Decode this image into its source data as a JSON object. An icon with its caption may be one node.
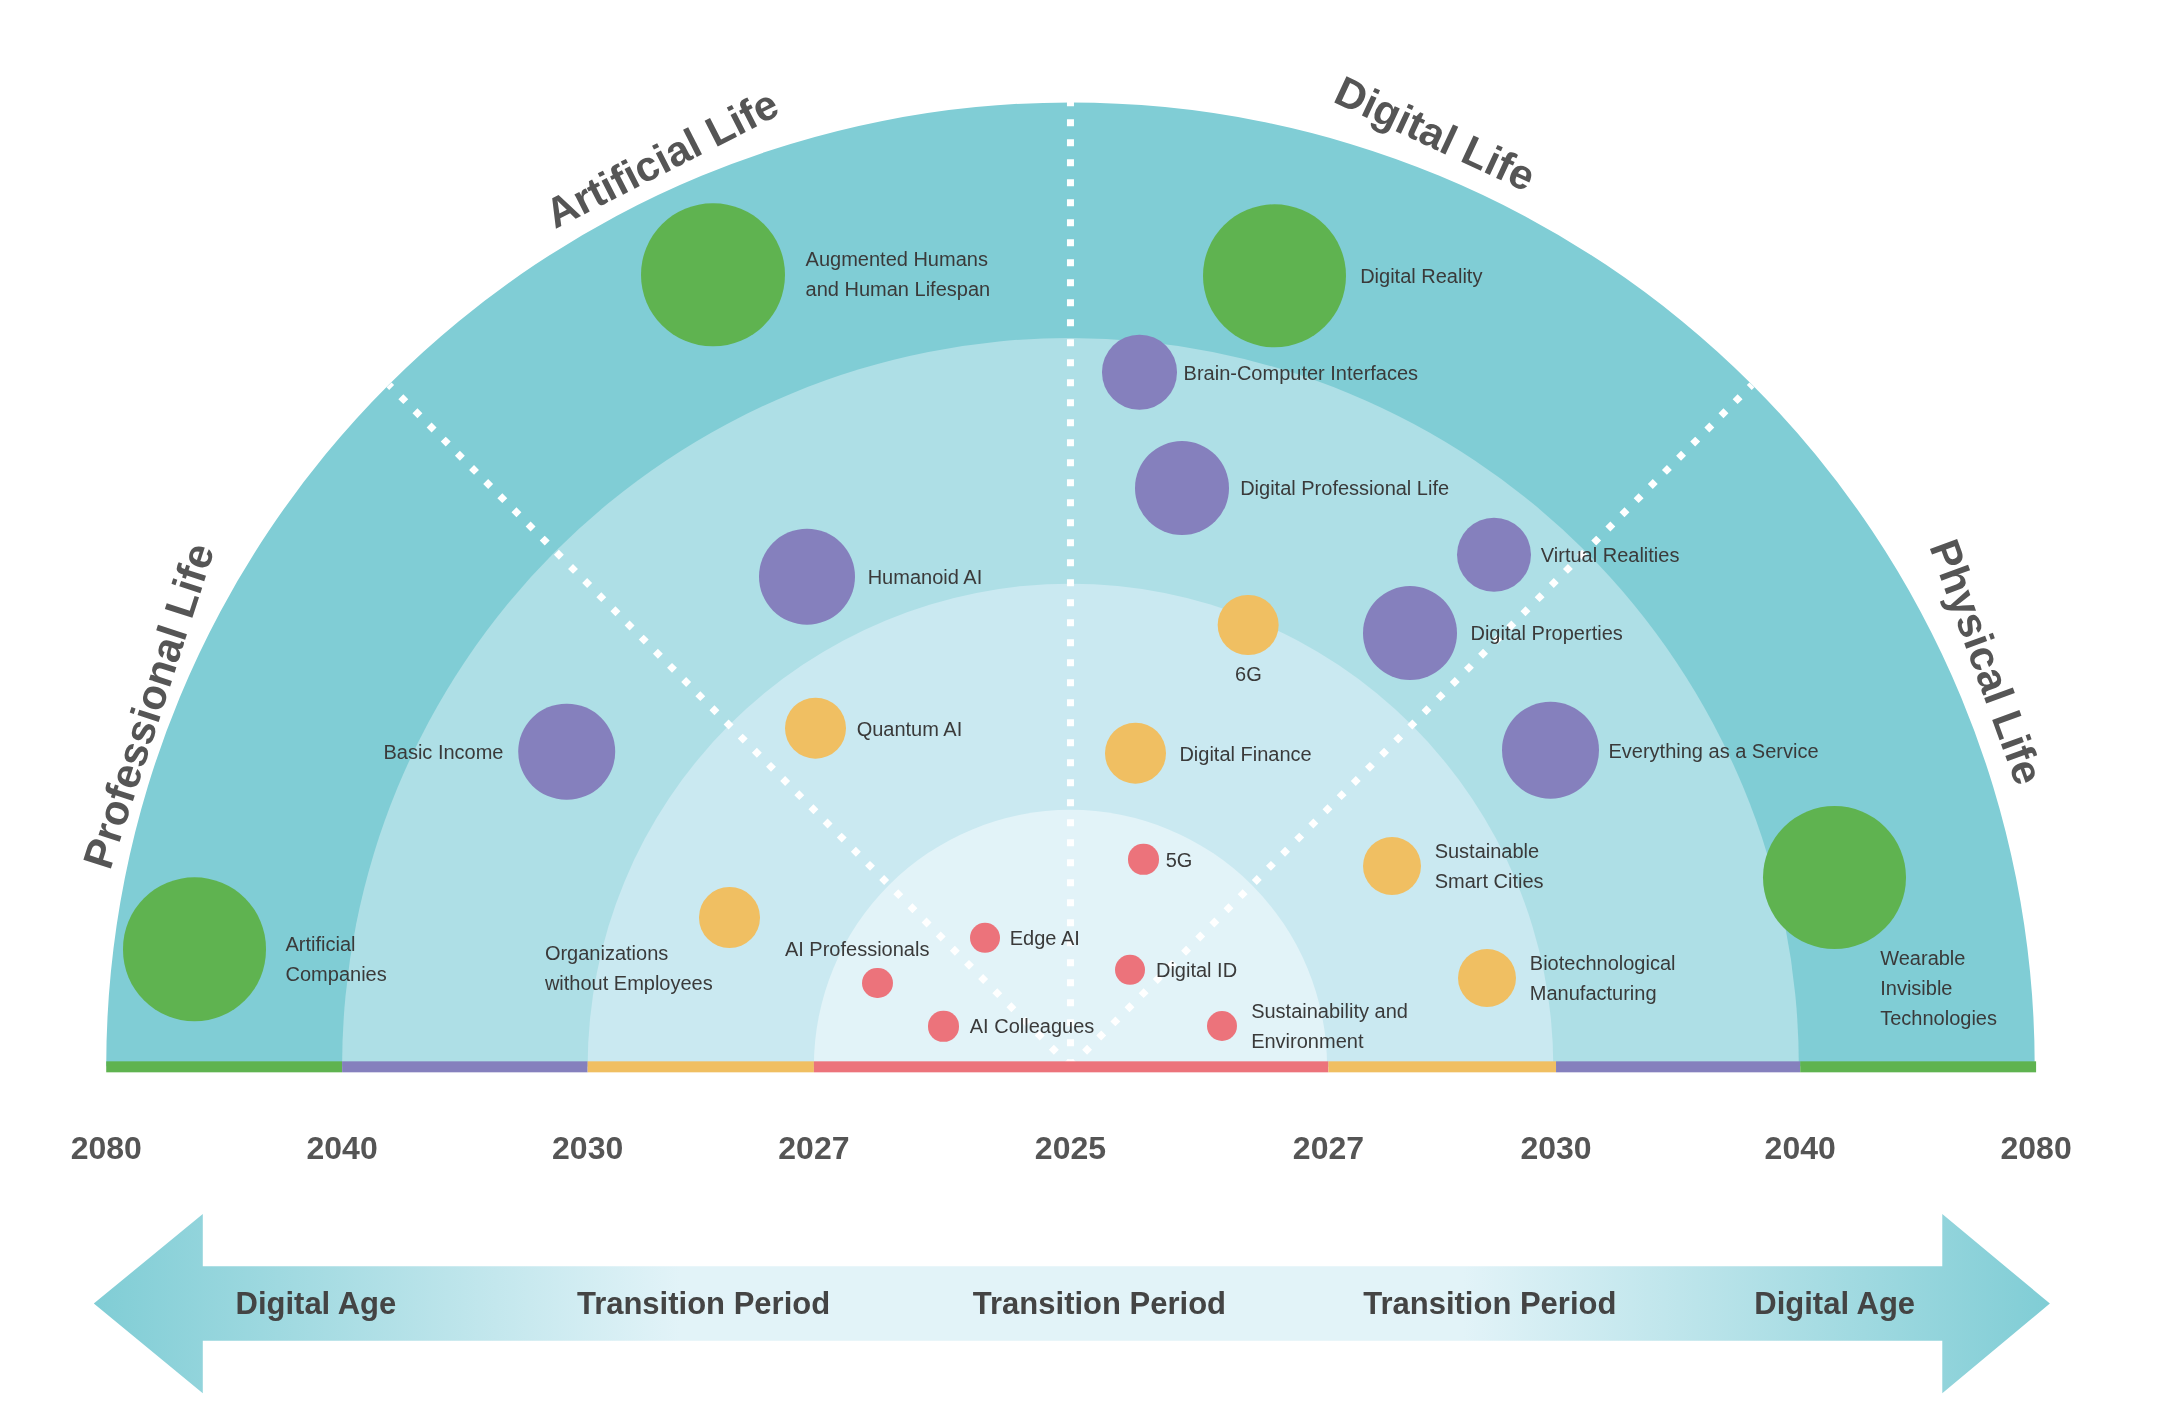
{
  "diagram": {
    "nodes": [
      {
        "text": [
          "Augmented Humans and Human Lifespan"
        ]
      },
      {
        "text": [
          "Digital Reality"
        ]
      },
      {
        "text": [
          "Brain-Computer Interfaces"
        ]
      },
      {
        "text": [
          "Digital Professional Life"
        ]
      },
      {
        "text": [
          "Virtual Realities"
        ]
      },
      {
        "text": [
          "Humanoid AI"
        ]
      },
      {
        "text": [
          "6G"
        ]
      },
      {
        "text": [
          "Digital Properties"
        ]
      },
      {
        "text": [
          "Quantum AI"
        ]
      },
      {
        "text": [
          "Everything as a Service"
        ]
      },
      {
        "text": [
          "Basic Income"
        ]
      },
      {
        "text": [
          "Digital Finance"
        ]
      },
      {
        "text": [
          "5G"
        ]
      },
      {
        "text": [
          "Sustainable Smart Cities"
        ]
      },
      {
        "text": [
          "Wearable Invisible Technologies"
        ]
      },
      {
        "text": [
          "Organizations without Employees"
        ]
      },
      {
        "text": [
          "Edge AI"
        ]
      },
      {
        "text": [
          "Artificial Companies"
        ]
      },
      {
        "text": [
          "AI Professionals"
        ]
      },
      {
        "text": [
          "Digital ID"
        ]
      },
      {
        "text": [
          "Biotechnological Manufacturing"
        ]
      },
      {
        "text": [
          "AI Colleagues"
        ]
      },
      {
        "text": [
          "Sustainability and Environment"
        ]
      }
    ],
    "labels": [
      "Artificial Life",
      "Digital Life",
      "Professional Life",
      "Physical Life",
      "2080",
      "2040",
      "2030",
      "2027",
      "2025",
      "2027",
      "2030",
      "2040",
      "2080",
      "Digital Age",
      "Transition Period",
      "Transition Period",
      "Transition Period",
      "Digital Age"
    ]
  }
}
